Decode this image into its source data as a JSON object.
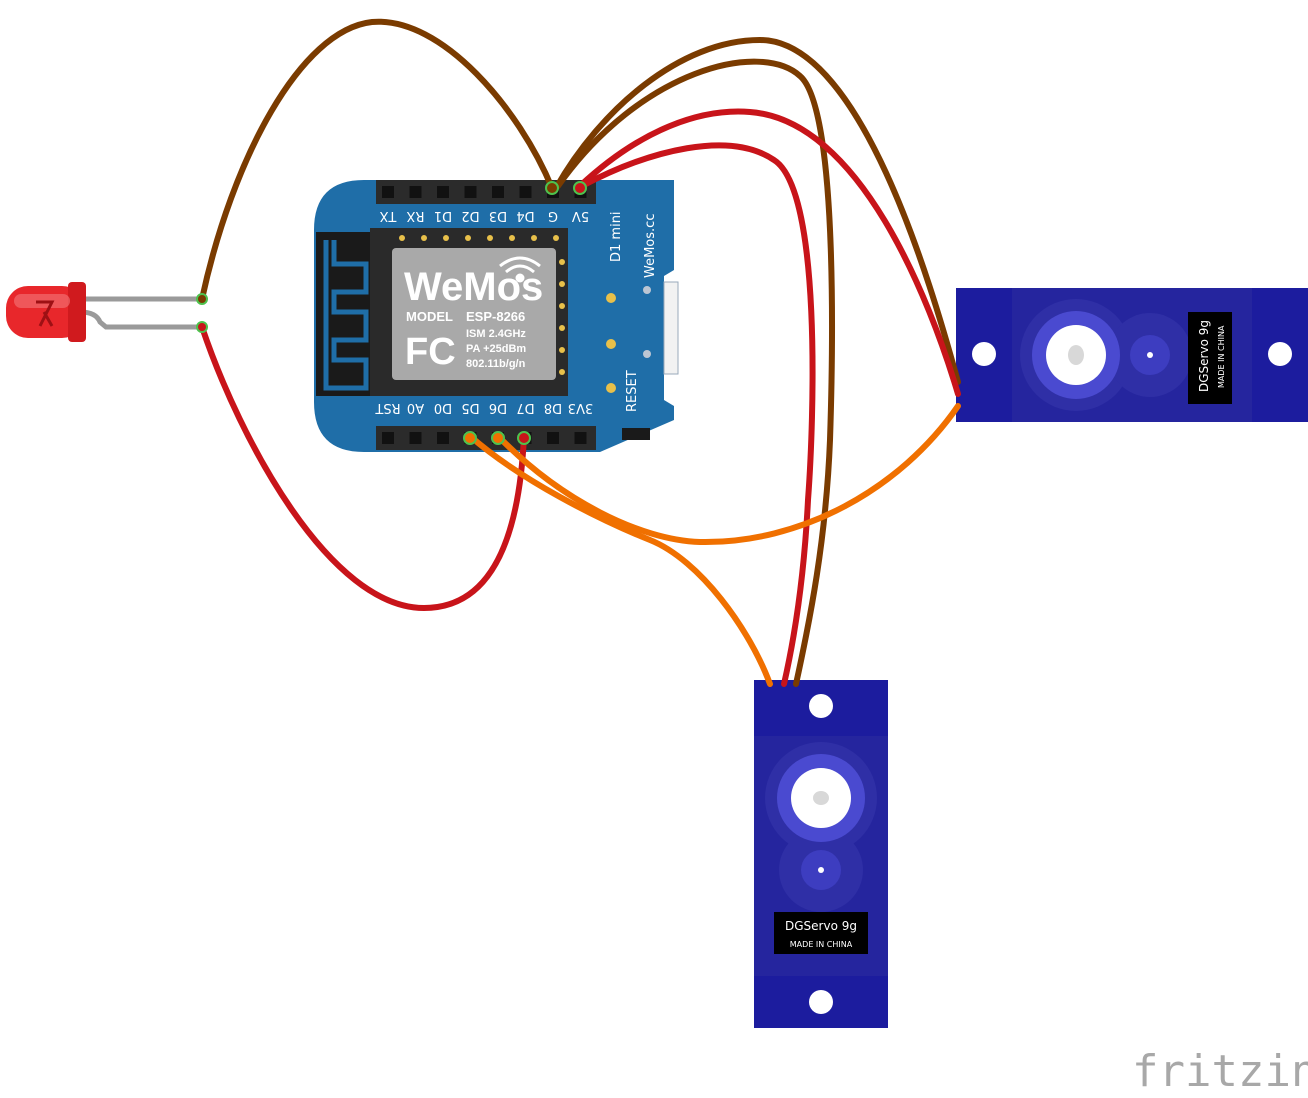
{
  "board": {
    "top_pins": [
      "TX",
      "RX",
      "D1",
      "D2",
      "D3",
      "D4",
      "G",
      "5V"
    ],
    "bottom_pins": [
      "RST",
      "A0",
      "D0",
      "D5",
      "D6",
      "D7",
      "D8",
      "3V3"
    ],
    "side_title": "D1 mini",
    "side_site": "WeMos.cc",
    "reset_label": "RESET",
    "chip": {
      "logo": "WeMos",
      "model_label": "MODEL",
      "model_value": "ESP-8266",
      "fcc": "FC",
      "spec_1": "ISM 2.4GHz",
      "spec_2": "PA +25dBm",
      "spec_3": "802.11b/g/n"
    },
    "pcb_color": "#1f6ea8"
  },
  "servo_right": {
    "name": "DGServo 9g",
    "made_in": "MADE IN CHINA",
    "color": "#1c1c9e"
  },
  "servo_bottom": {
    "name": "DGServo 9g",
    "made_in": "MADE IN CHINA",
    "color": "#1c1c9e"
  },
  "wires": {
    "brown": "#7a3b00",
    "red": "#c8141a",
    "orange": "#f07000"
  },
  "led": {
    "color": "#e8272b"
  },
  "watermark": "fritzing"
}
